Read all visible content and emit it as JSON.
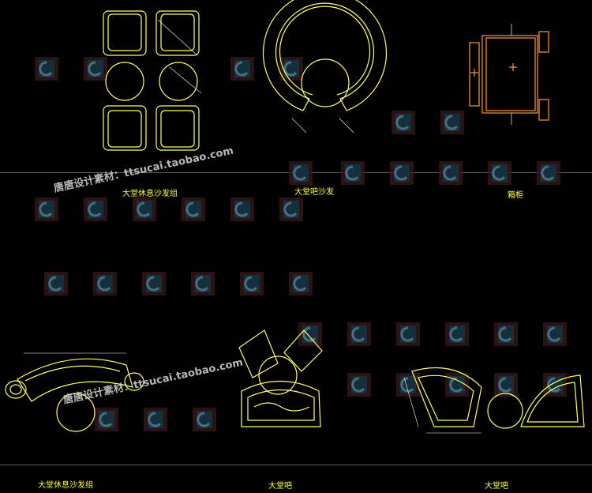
{
  "labels": {
    "lobby_sofa_set_top": "大堂休息沙发组",
    "lobby_round_sofa": "大堂吧沙发",
    "cabinet": "箱柜",
    "lobby_sofa_set_bottom": "大堂休息沙发组",
    "lobby_bar_center": "大堂吧",
    "lobby_bar_right": "大堂吧"
  },
  "watermarks": {
    "top": "唐唐设计素材：ttsucai.taobao.com",
    "bottom": "唐唐设计素材：ttsucai.taobao.com"
  },
  "colors": {
    "background": "#000000",
    "line_yellow": "#ffff66",
    "line_orange": "#ff9933",
    "dim_white": "#ffffff",
    "label_yellow": "#ffff33"
  }
}
